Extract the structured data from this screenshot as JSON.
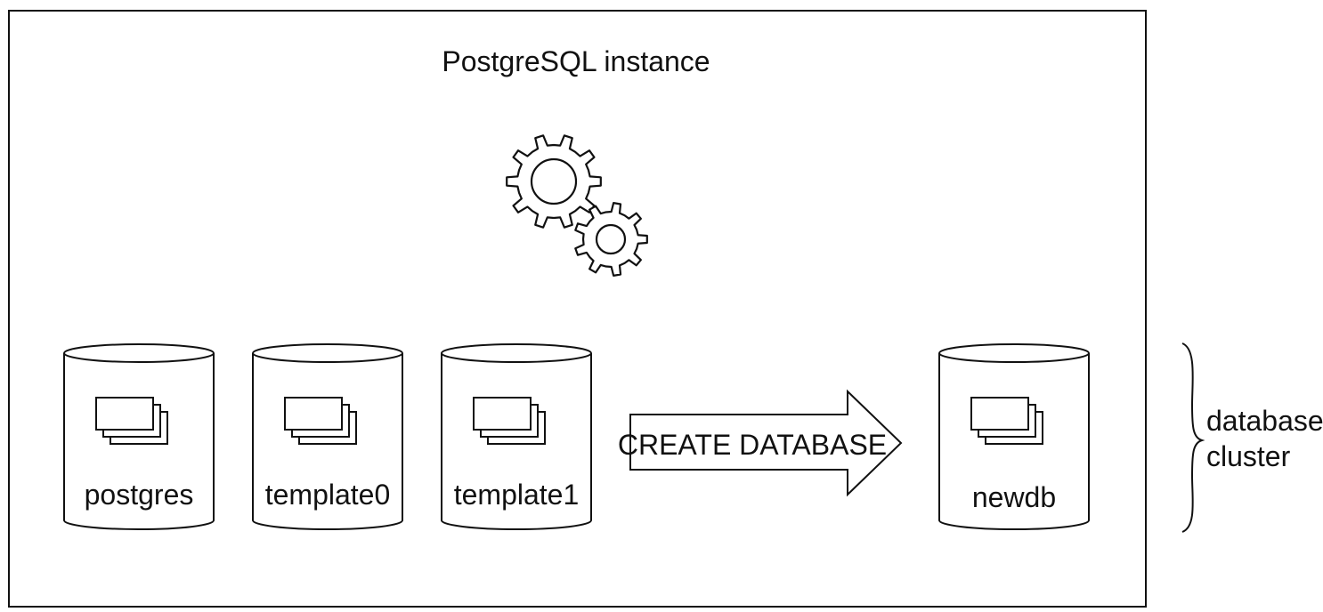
{
  "instance": {
    "title": "PostgreSQL instance"
  },
  "databases": [
    {
      "name": "postgres"
    },
    {
      "name": "template0"
    },
    {
      "name": "template1"
    }
  ],
  "new_database": {
    "name": "newdb"
  },
  "action": {
    "label": "CREATE DATABASE"
  },
  "cluster": {
    "line1": "database",
    "line2": "cluster"
  },
  "icons": {
    "engine": "gears-icon",
    "files": "stacked-pages-icon"
  },
  "colors": {
    "stroke": "#111111",
    "fill": "#ffffff"
  }
}
